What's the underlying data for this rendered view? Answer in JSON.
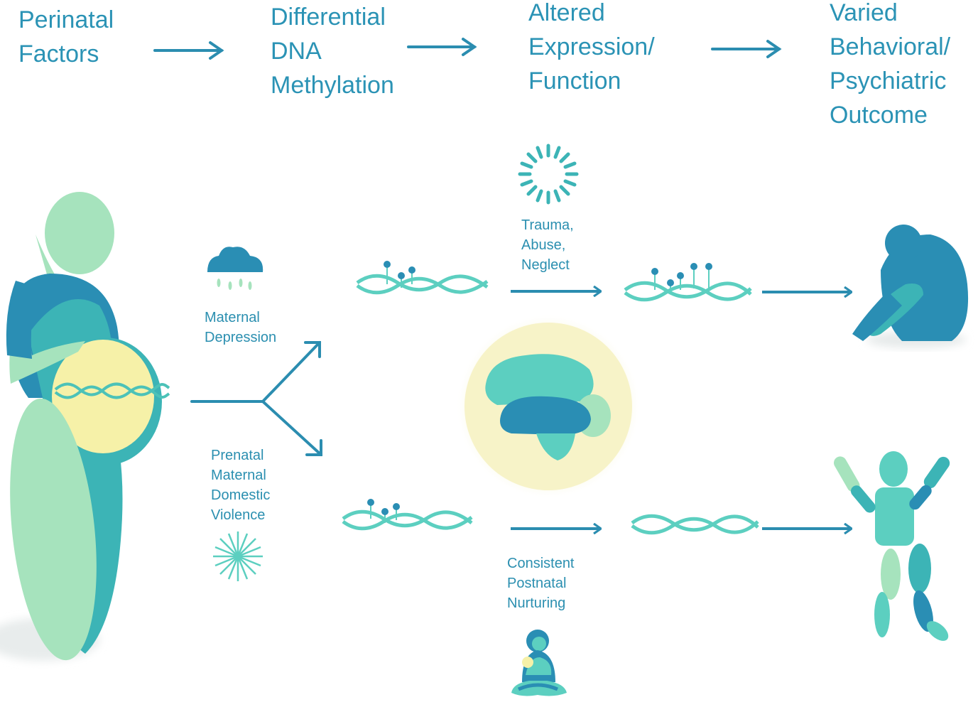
{
  "header": {
    "step1": [
      "Perinatal",
      "Factors"
    ],
    "step2": [
      "Differential",
      "DNA",
      "Methylation"
    ],
    "step3": [
      "Altered",
      "Expression/",
      "Function"
    ],
    "step4": [
      "Varied",
      "Behavioral/",
      "Psychiatric",
      "Outcome"
    ]
  },
  "labels": {
    "maternal_depression": [
      "Maternal",
      "Depression"
    ],
    "domestic_violence": [
      "Prenatal",
      "Maternal",
      "Domestic",
      "Violence"
    ],
    "trauma": [
      "Trauma,",
      "Abuse,",
      "Neglect"
    ],
    "nurturing": [
      "Consistent",
      "Postnatal",
      "Nurturing"
    ]
  },
  "colors": {
    "heading_text": "#2b93b5",
    "arrow": "#2b8db0",
    "dark_teal": "#2a8eb4",
    "mid_teal": "#5ccfc0",
    "light_green": "#a6e3bd",
    "pale_yellow": "#f6f1a8"
  }
}
